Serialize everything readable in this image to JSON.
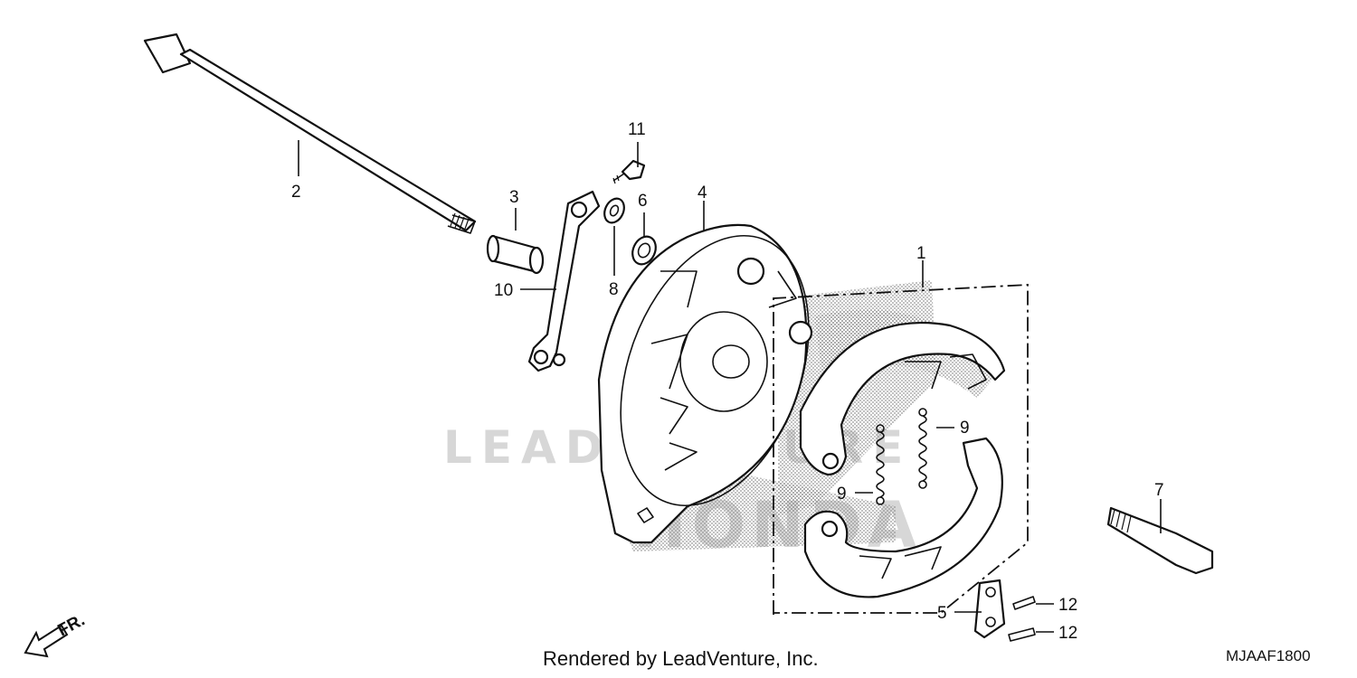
{
  "callouts": {
    "c1": "1",
    "c2": "2",
    "c3": "3",
    "c4": "4",
    "c5": "5",
    "c6": "6",
    "c7": "7",
    "c8": "8",
    "c9a": "9",
    "c9b": "9",
    "c10": "10",
    "c11": "11",
    "c12a": "12",
    "c12b": "12"
  },
  "direction_label": "FR.",
  "watermark": {
    "text": "LEADVENTURE",
    "brand": "HONDA"
  },
  "footer": {
    "credit": "Rendered by LeadVenture, Inc.",
    "code": "MJAAF1800"
  },
  "colors": {
    "line": "#111111",
    "background": "#ffffff",
    "watermark": "#d7d7d7",
    "shading": "#b8b8b8"
  }
}
